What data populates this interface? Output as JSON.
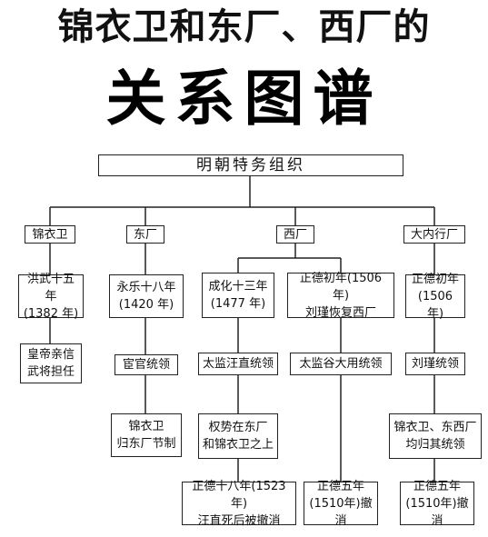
{
  "title": {
    "line1": "锦衣卫和东厂、西厂的",
    "line2": "关系图谱"
  },
  "root": "明朝特务组织",
  "branches": {
    "jinyiwei": {
      "name": "锦衣卫",
      "nodes": [
        "洪武十五年\n(1382 年)",
        "皇帝亲信\n武将担任"
      ]
    },
    "dongchang": {
      "name": "东厂",
      "nodes": [
        "永乐十八年\n(1420 年)",
        "宦官统领",
        "锦衣卫\n归东厂节制"
      ]
    },
    "xichang": {
      "name": "西厂",
      "left": [
        "成化十三年\n(1477 年)",
        "太监汪直统领",
        "权势在东厂\n和锦衣卫之上",
        "正德十八年(1523年)\n汪直死后被撤消"
      ],
      "right": [
        "正德初年(1506 年)\n刘瑾恢复西厂",
        "太监谷大用统领",
        "正德五年\n(1510年)撤消"
      ]
    },
    "neixingchang": {
      "name": "大内行厂",
      "nodes": [
        "正德初年\n(1506 年)",
        "刘瑾统领",
        "锦衣卫、东西厂\n均归其统领",
        "正德五年\n(1510年)撤消"
      ]
    }
  }
}
